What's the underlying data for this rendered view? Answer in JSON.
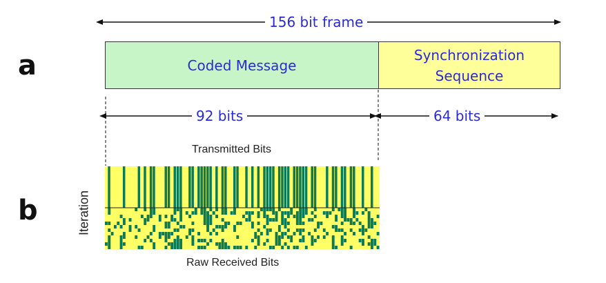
{
  "panel_a": {
    "letter": "a",
    "frame_label": "156 bit frame",
    "coded_message_label": "Coded Message",
    "sync_line1": "Synchronization",
    "sync_line2": "Sequence",
    "message_bits_label": "92 bits",
    "sync_bits_label": "64 bits"
  },
  "panel_b": {
    "letter": "b",
    "top_caption": "Transmitted Bits",
    "bottom_caption": "Raw Received Bits",
    "y_axis_label": "Iteration"
  },
  "colors": {
    "message_box": "#c8f5c8",
    "sync_box": "#ffff99",
    "bit_one": "#0d7a56",
    "bit_zero": "#ffff66",
    "text_blue": "#2a2ad6"
  }
}
